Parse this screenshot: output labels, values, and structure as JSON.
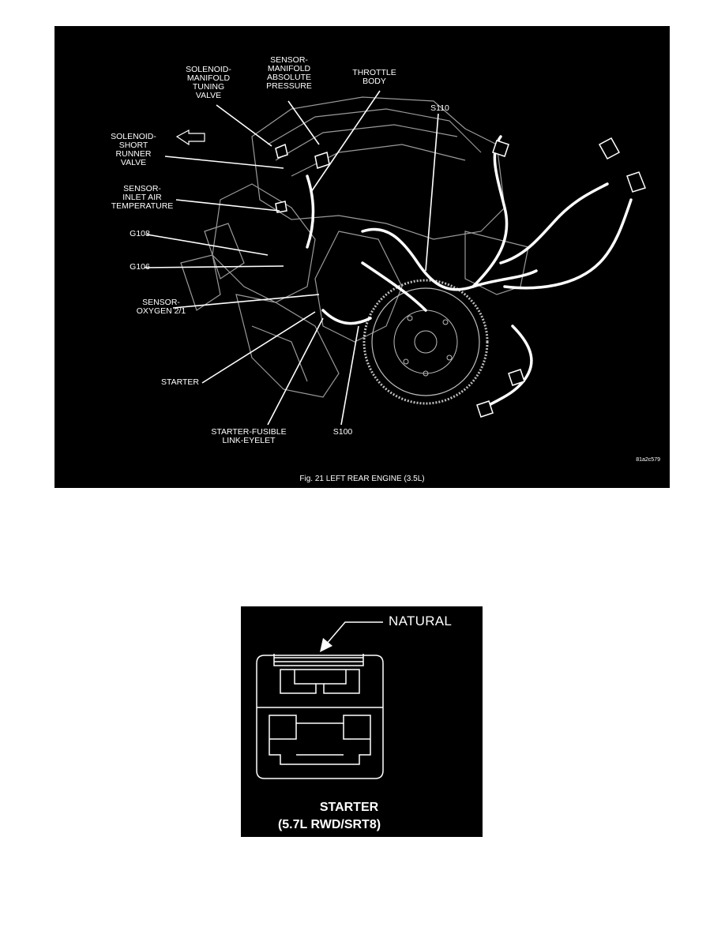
{
  "figure1": {
    "labels": {
      "solenoid_mtv": "SOLENOID-\nMANIFOLD\nTUNING\nVALVE",
      "sensor_map": "SENSOR-\nMANIFOLD\nABSOLUTE\nPRESSURE",
      "throttle_body": "THROTTLE\nBODY",
      "s110": "S110",
      "solenoid_srv": "SOLENOID-\nSHORT\nRUNNER\nVALVE",
      "sensor_iat": "SENSOR-\nINLET AIR\nTEMPERATURE",
      "g108": "G108",
      "g106": "G106",
      "sensor_o2": "SENSOR-\nOXYGEN 2/1",
      "starter": "STARTER",
      "starter_fusible": "STARTER-FUSIBLE\nLINK-EYELET",
      "s100": "S100"
    },
    "image_code": "81a2c579",
    "caption": "Fig. 21  LEFT REAR ENGINE  (3.5L)"
  },
  "figure2": {
    "natural_label": "NATURAL",
    "title": "STARTER",
    "subtitle": "(5.7L RWD/SRT8)"
  }
}
